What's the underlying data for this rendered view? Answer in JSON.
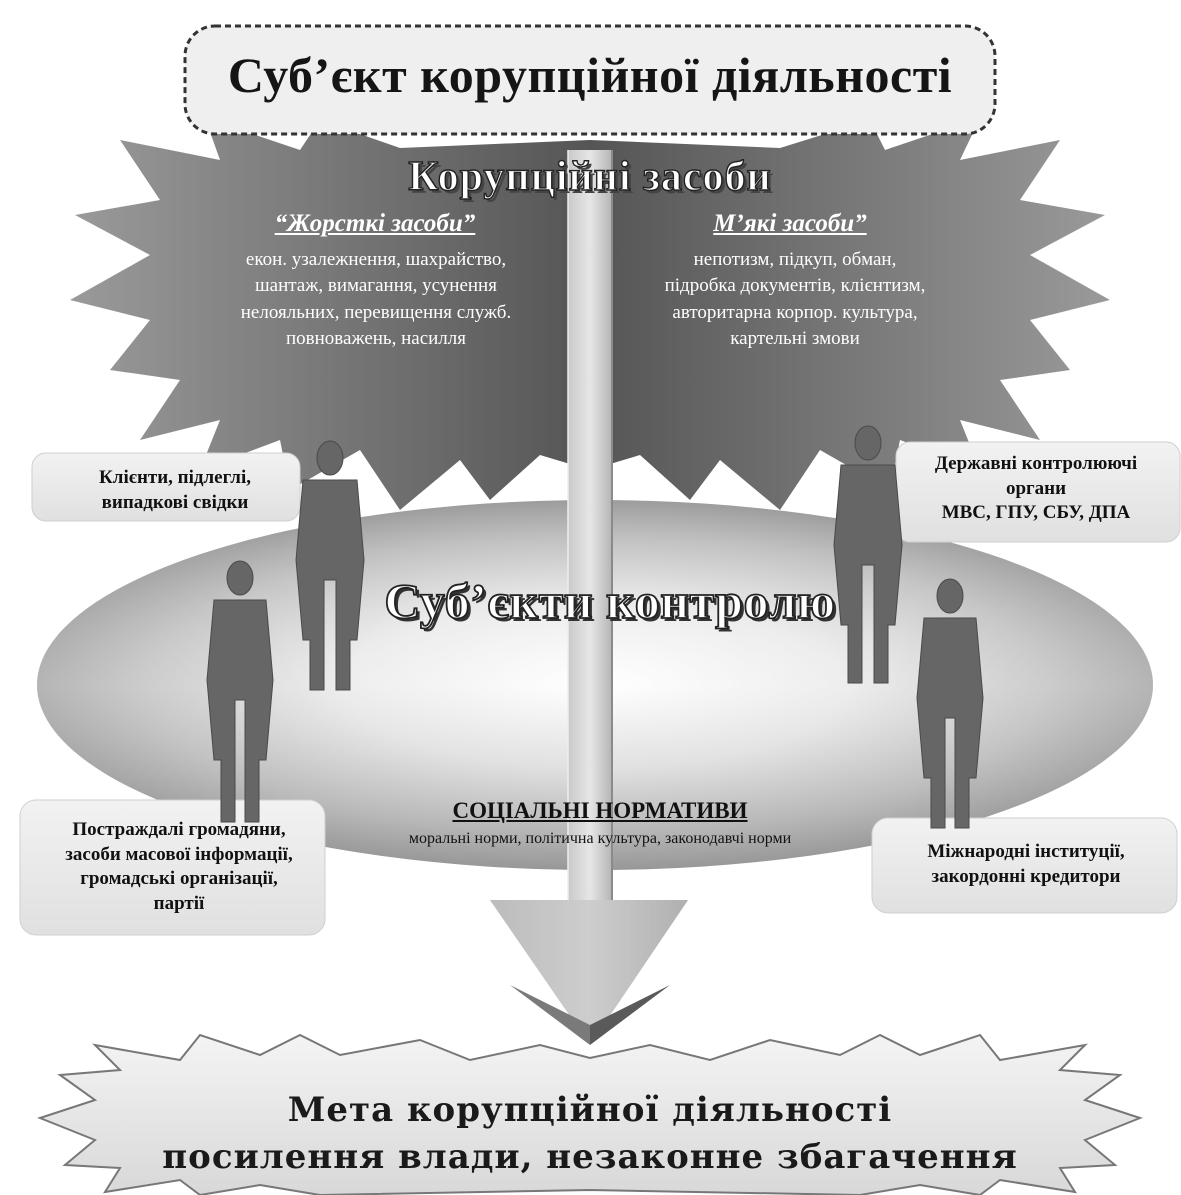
{
  "title": "Суб’єкт корупційної діяльності",
  "means": {
    "title": "Корупційні засоби",
    "hard": {
      "title": "“Жорсткі засоби”",
      "lines": [
        "екон. узалежнення, шахрайство,",
        "шантаж, вимагання, усунення",
        "нелояльних, перевищення служб.",
        "повноважень, насилля"
      ]
    },
    "soft": {
      "title": "М’які засоби”",
      "lines": [
        "непотизм, підкуп, обман,",
        "підробка документів, клієнтизм,",
        "авторитарна корпор. культура,",
        "картельні змови"
      ]
    }
  },
  "control": {
    "title": "Суб’єкти контролю",
    "clients": [
      "Клієнти, підлеглі,",
      "випадкові свідки"
    ],
    "state": [
      "Державні контролюючі",
      "органи",
      "МВС, ГПУ, СБУ, ДПА"
    ],
    "victims": [
      "Постраждалі громадяни,",
      "засоби масової інформації,",
      "громадські організації,",
      "партії"
    ],
    "international": [
      "Міжнародні інституції,",
      "закордонні кредитори"
    ]
  },
  "norms": {
    "title": "СОЦІАЛЬНІ НОРМАТИВИ",
    "description": "моральні норми, політична культура, законодавчі норми"
  },
  "goal": {
    "line1": "Мета корупційної діяльності",
    "line2": "посилення влади, незаконне збагачення"
  },
  "colors": {
    "starburst": "#5f5f5f",
    "figures": "#666666",
    "boxes": "#e8e8e8",
    "arrow": "#d2d2d2"
  }
}
